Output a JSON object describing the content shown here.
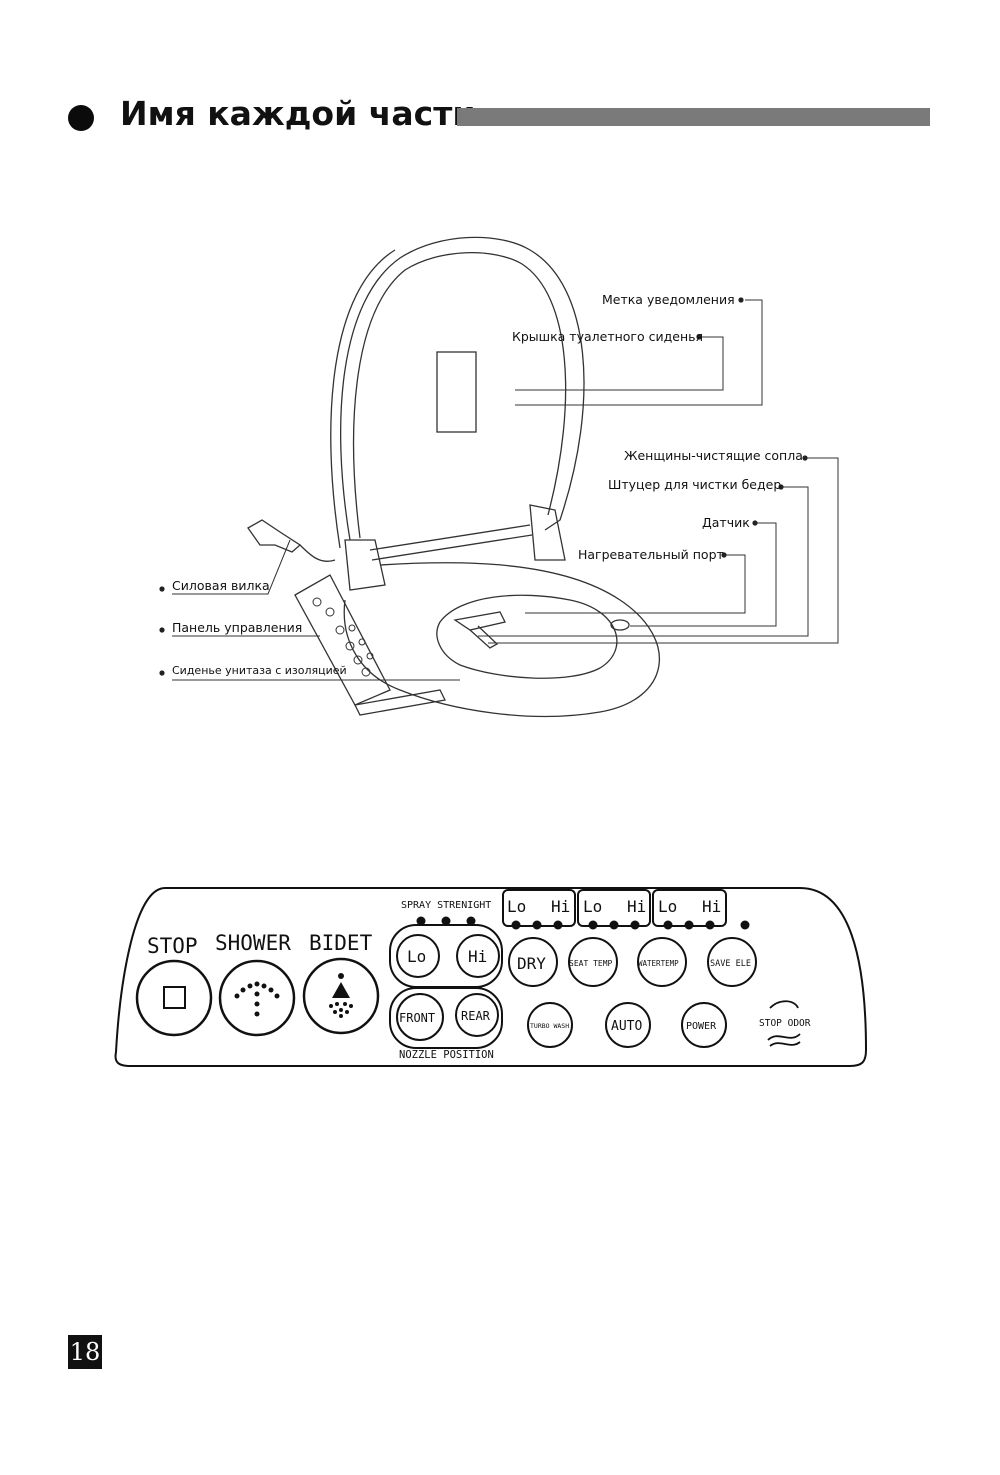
{
  "header": {
    "title": "Имя каждой части"
  },
  "diagram": {
    "labels_right": [
      "Метка уведомления",
      "Крышка туалетного сиденья",
      "Женщины-чистящие сопла",
      "Штуцер для чистки бедер",
      "Датчик",
      "Нагревательный порт"
    ],
    "labels_left": [
      "Силовая вилка",
      "Панель управления",
      "Сиденье унитаза с изоляцией"
    ]
  },
  "control_panel": {
    "spray_strength": "SPRAY STRENIGHT",
    "stop": "STOP",
    "shower": "SHOWER",
    "bidet": "BIDET",
    "lo": "Lo",
    "hi": "Hi",
    "front": "FRONT",
    "rear": "REAR",
    "nozzle_position": "NOZZLE POSITION",
    "dry": "DRY",
    "seat_temp": "SEAT TEMP",
    "water_temp": "WATERTEMP",
    "save_ele": "SAVE ELE",
    "turbo_wash": "TURBO WASH",
    "auto": "AUTO",
    "power": "POWER",
    "stop_odor": "STOP ODOR"
  },
  "page": {
    "number": "18"
  }
}
